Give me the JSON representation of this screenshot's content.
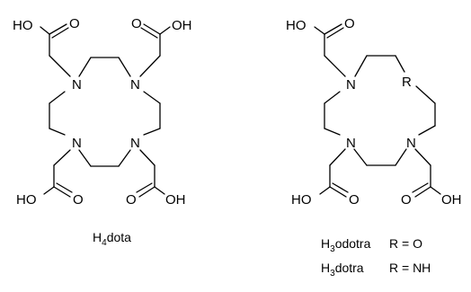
{
  "atoms": {
    "ho": "HO",
    "oh": "OH",
    "o": "O",
    "n": "N",
    "r": "R"
  },
  "compounds": {
    "h4dota": {
      "h": "H",
      "n": "4",
      "rest": "dota"
    },
    "h3odotra": {
      "h": "H",
      "n": "3",
      "rest": "odotra",
      "r": "R = O"
    },
    "h3dotra": {
      "h": "H",
      "n": "3",
      "rest": "dotra",
      "r": "R = NH"
    }
  }
}
